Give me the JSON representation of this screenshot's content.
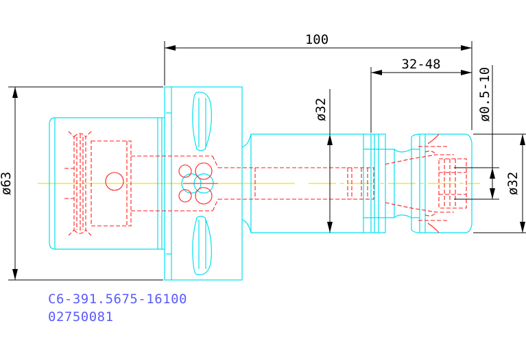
{
  "dimensions": {
    "length_total": "100",
    "length_range": "32-48",
    "flange_diameter": "ø63",
    "shank_diameter": "ø32",
    "runout_range": "ø0.5-10",
    "nose_diameter": "ø32"
  },
  "part": {
    "code": "C6-391.5675-16100",
    "number": "02750081"
  },
  "colors": {
    "outline": "#00e0ee",
    "hidden": "#ff1a1a",
    "dimension": "#000000",
    "axis": "#e8e800",
    "label": "#5a5aff"
  }
}
